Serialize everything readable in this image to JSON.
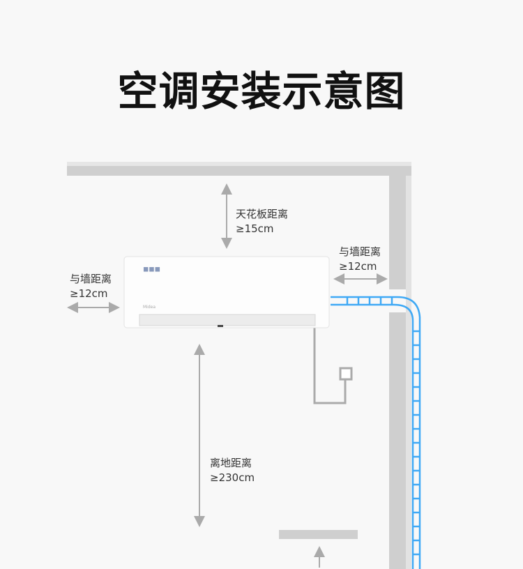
{
  "title": "空调安装示意图",
  "labels": {
    "ceiling": {
      "name": "天花板距离",
      "value": "≥15cm"
    },
    "left_wall": {
      "name": "与墙距离",
      "value": "≥12cm"
    },
    "right_wall": {
      "name": "与墙距离",
      "value": "≥12cm"
    },
    "floor": {
      "name": "离地距离",
      "value": "≥230cm"
    }
  },
  "colors": {
    "pipe": "#3fa9f5",
    "wall": "#c8c8c8",
    "arrow": "#aaaaaa"
  }
}
